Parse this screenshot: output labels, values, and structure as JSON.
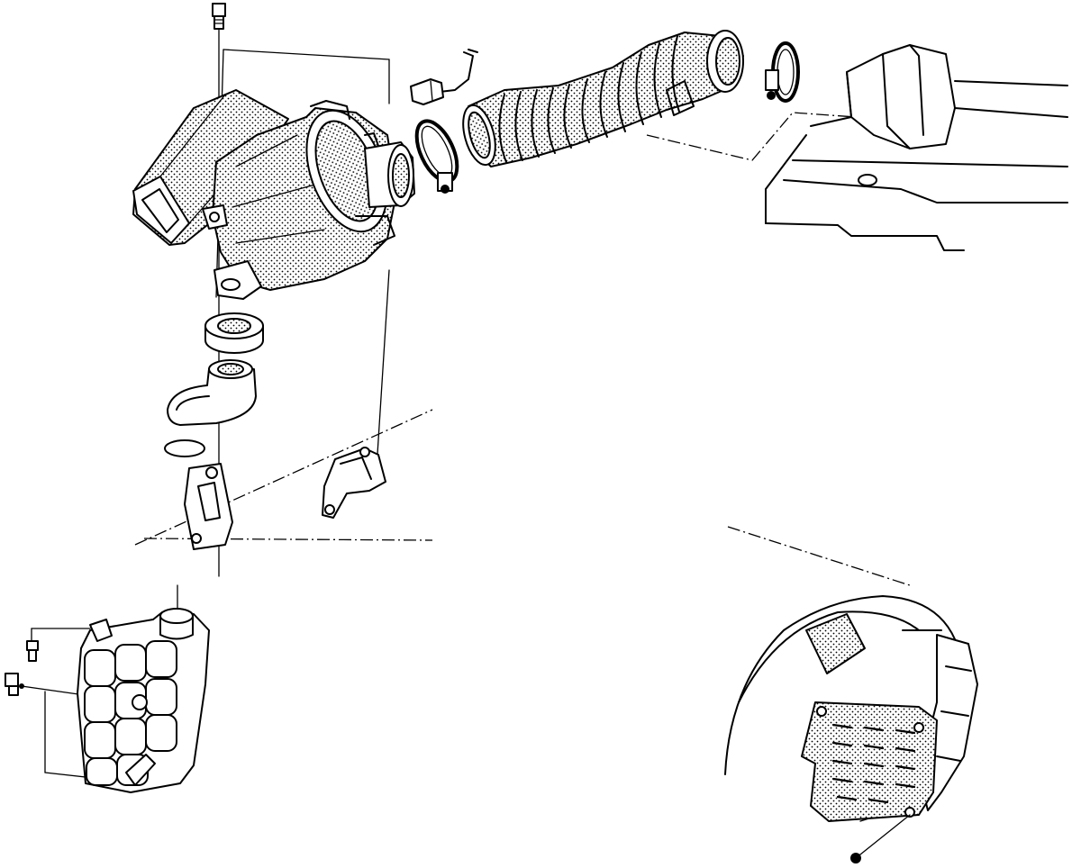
{
  "diagram": {
    "kind": "exploded-view line drawing",
    "components": [
      "bolt-top",
      "air-cleaner-housing",
      "air-inlet-duct",
      "sensor-connector",
      "hose-clamp-left",
      "intake-hose",
      "hose-clamp-right",
      "throttle-body",
      "grommet",
      "mounting-bracket",
      "bracket-right",
      "coolant-reservoir",
      "bolt-left-a",
      "bolt-left-b",
      "fender-liner",
      "splash-shield",
      "bolt-bottom"
    ],
    "colors": {
      "line": "#000000",
      "background": "#ffffff"
    }
  }
}
